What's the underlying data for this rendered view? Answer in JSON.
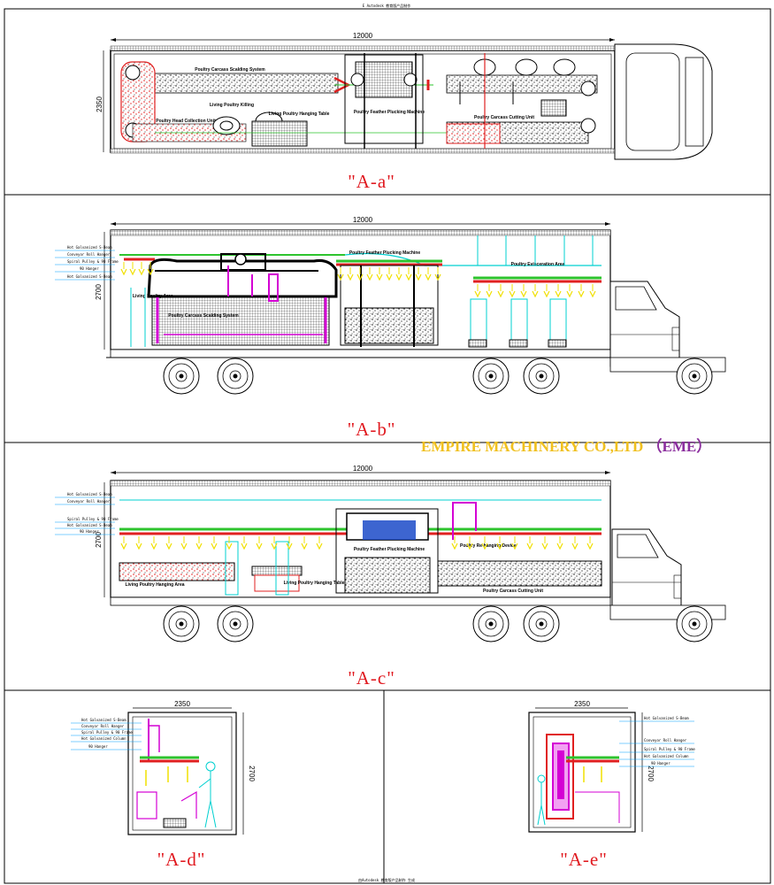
{
  "header": {
    "title": "E Autodesk 教育版产品制作"
  },
  "footer": {
    "note": "由Autodesk 教育版产品制作 生成"
  },
  "watermark": {
    "text": "EMPIRE MACHINERY CO.,LTD（EME）",
    "color_main": "#f0c020",
    "color_suffix": "#8b2e9e"
  },
  "colors": {
    "frame": "#000000",
    "caption": "#e0191f",
    "equipment": "#d400d4",
    "conveyor": "#e02020",
    "shackle": "#f0e000",
    "hanger": "#00d0d0",
    "rail": "#2ec42e"
  },
  "panels": {
    "a": {
      "caption": "\"A-a\"",
      "dim_length": "12000",
      "dim_width": "2350",
      "labels": {
        "scalding": "Poultry Carcass Scalding System",
        "feet": "Poultry Head Collection Unit",
        "living_hanging": "Living Poultry Killing",
        "living_poultry": "Living Poultry Hanging Table",
        "feather": "Poultry Feather Plucking Machine",
        "cutting": "Poultry Carcass Cutting Unit"
      }
    },
    "b": {
      "caption": "\"A-b\"",
      "dim_length": "12000",
      "dim_height": "2700",
      "labels": {
        "rail1": "Hot Galvanized S-Beam",
        "rail2": "Conveyor Roll Hanger",
        "rail3": "Spiral Pulley & 90 Frame",
        "rail4": "90 Hanger",
        "rail5": "Hot Galvanized S-Beam",
        "scalding": "Poultry Carcass Scalding System",
        "plucking": "Poultry Feather Plucking Machine",
        "eviscerating": "Poultry Evisceration Area",
        "living": "Living Poultry Area"
      }
    },
    "c": {
      "caption": "\"A-c\"",
      "dim_length": "12000",
      "dim_height": "2700",
      "labels": {
        "rail1": "Hot Galvanized S-Beam",
        "rail2": "Conveyor Roll Hanger",
        "rail3": "Spiral Pulley & 90 Frame",
        "rail4": "Hot Galvanized S-Beam",
        "rail5": "90 Hanger",
        "living": "Living Poultry Hanging Area",
        "hanging_table": "Living Poultry Hanging Table",
        "plucking": "Poultry Feather Plucking Machine",
        "transfer": "Poultry Re-hanging Device",
        "cutting": "Poultry Carcass Cutting Unit"
      }
    },
    "d": {
      "caption": "\"A-d\"",
      "dim_width": "2350",
      "dim_height": "2700",
      "labels": {
        "l1": "Hot Galvanized S-Beam",
        "l2": "Conveyor Roll Hanger",
        "l3": "Spiral Pulley & 90 Frame",
        "l4": "Hot Galvanized Column",
        "l5": "90 Hanger"
      }
    },
    "e": {
      "caption": "\"A-e\"",
      "dim_width": "2350",
      "dim_height": "2700",
      "labels": {
        "l1": "Hot Galvanized S-Beam",
        "l2": "Conveyor Roll Hanger",
        "l3": "Spiral Pulley & 90 Frame",
        "l4": "Hot Galvanized Column",
        "l5": "90 Hanger"
      }
    }
  }
}
